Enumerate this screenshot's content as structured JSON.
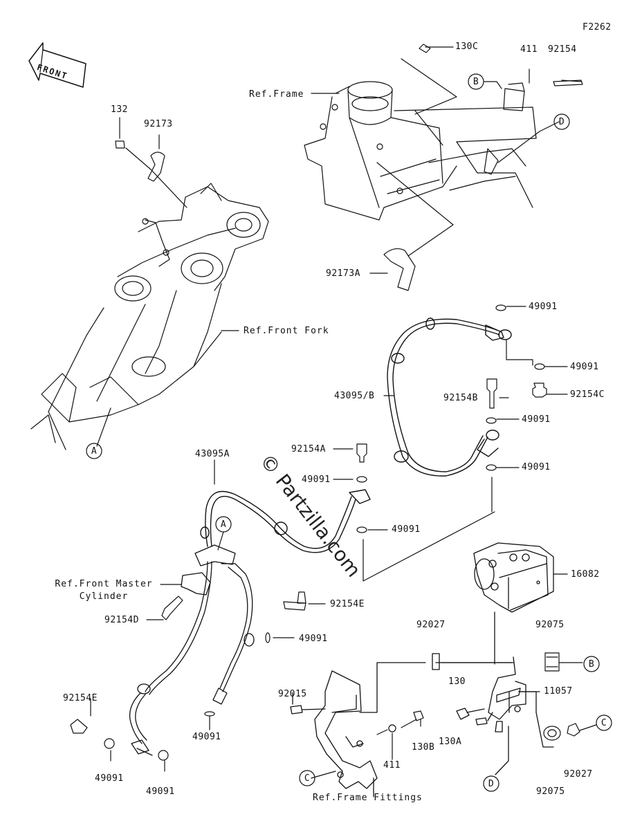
{
  "figure_code": "F2262",
  "front_label": "FRONT",
  "watermark": "© Partzilla.com",
  "callouts": [
    "A",
    "A",
    "B",
    "B",
    "C",
    "C",
    "D",
    "D"
  ],
  "parts": {
    "p130C": "130C",
    "p411_top": "411",
    "p92154_top": "92154",
    "p132": "132",
    "p92173": "92173",
    "p92173A": "92173A",
    "p49091_a": "49091",
    "p49091_b": "49091",
    "p92154C": "92154C",
    "p43095B": "43095/B",
    "p92154B": "92154B",
    "p49091_c": "49091",
    "p49091_d": "49091",
    "p92154A": "92154A",
    "p43095A": "43095A",
    "p49091_e": "49091",
    "p49091_f": "49091",
    "p16082": "16082",
    "p92154E_mid": "92154E",
    "p92154D": "92154D",
    "p49091_g": "49091",
    "p92027_top": "92027",
    "p92075_top": "92075",
    "p92015": "92015",
    "p130": "130",
    "p11057": "11057",
    "p130B": "130B",
    "p130A": "130A",
    "p411_bot": "411",
    "p92154E_left": "92154E",
    "p49091_h": "49091",
    "p49091_i": "49091",
    "p49091_j": "49091",
    "p92027_bot": "92027",
    "p92075_bot": "92075"
  },
  "refs": {
    "frame": "Ref.Frame",
    "front_fork": "Ref.Front Fork",
    "master_cyl_1": "Ref.Front Master",
    "master_cyl_2": "Cylinder",
    "frame_fittings": "Ref.Frame Fittings"
  }
}
